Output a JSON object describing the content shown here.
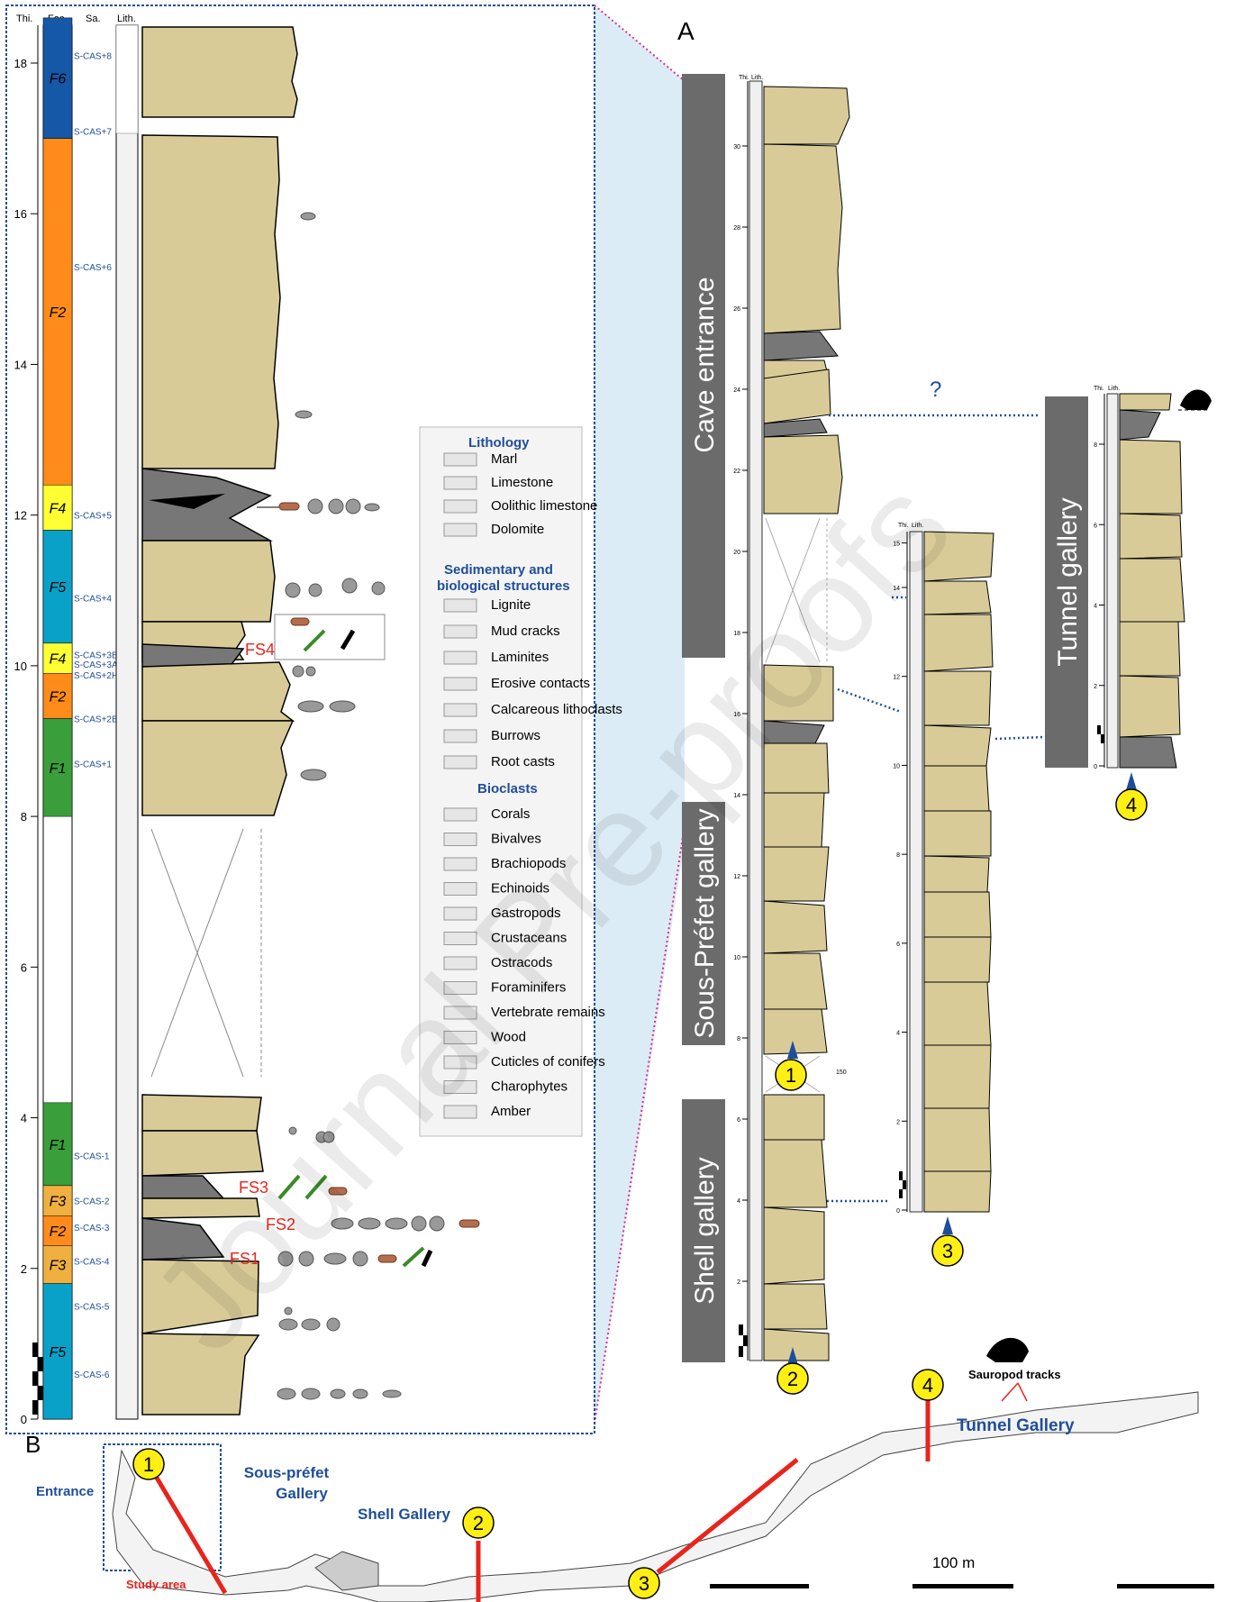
{
  "panel_a": {
    "label": "A",
    "section_titles": {
      "cave_entrance": "Cave entrance",
      "sous_prefet": "Sous-Préfet gallery",
      "shell": "Shell gallery",
      "tunnel": "Tunnel gallery"
    },
    "question_mark": "?",
    "small_note": "150"
  },
  "detail_log": {
    "headers": [
      "Thi.",
      "Fac.",
      "Sa.",
      "Lith."
    ],
    "thickness_ticks": [
      "0",
      "2",
      "4",
      "6",
      "8",
      "10",
      "12",
      "14",
      "16",
      "18"
    ],
    "facies": [
      {
        "code": "F5",
        "color": "#0aa1c8",
        "from": 0,
        "to": 1.8
      },
      {
        "code": "F3",
        "color": "#f0b040",
        "from": 1.8,
        "to": 2.3
      },
      {
        "code": "F2",
        "color": "#ff8c1a",
        "from": 2.3,
        "to": 2.7
      },
      {
        "code": "F3",
        "color": "#f0b040",
        "from": 2.7,
        "to": 3.1
      },
      {
        "code": "F1",
        "color": "#3a9e3a",
        "from": 3.1,
        "to": 4.2
      },
      {
        "code": "F1",
        "color": "#3a9e3a",
        "from": 8.0,
        "to": 9.3
      },
      {
        "code": "F2",
        "color": "#ff8c1a",
        "from": 9.3,
        "to": 9.9
      },
      {
        "code": "F4",
        "color": "#ffff33",
        "from": 9.9,
        "to": 10.3
      },
      {
        "code": "F5",
        "color": "#0aa1c8",
        "from": 10.3,
        "to": 11.8
      },
      {
        "code": "F4",
        "color": "#ffff33",
        "from": 11.8,
        "to": 12.4
      },
      {
        "code": "F2",
        "color": "#ff8c1a",
        "from": 12.4,
        "to": 17.0
      },
      {
        "code": "F6",
        "color": "#1558a8",
        "from": 17.0,
        "to": 18.6
      }
    ],
    "samples": [
      {
        "name": "S-CAS+8",
        "at": 18.1
      },
      {
        "name": "S-CAS+7",
        "at": 17.1
      },
      {
        "name": "S-CAS+6",
        "at": 15.3
      },
      {
        "name": "S-CAS+5",
        "at": 12.0
      },
      {
        "name": "S-CAS+4",
        "at": 10.9
      },
      {
        "name": "S-CAS+3B",
        "at": 10.15
      },
      {
        "name": "S-CAS+3A",
        "at": 10.02
      },
      {
        "name": "S-CAS+2H",
        "at": 9.88
      },
      {
        "name": "S-CAS+2B",
        "at": 9.3
      },
      {
        "name": "S-CAS+1",
        "at": 8.7
      },
      {
        "name": "S-CAS-1",
        "at": 3.5
      },
      {
        "name": "S-CAS-2",
        "at": 2.9
      },
      {
        "name": "S-CAS-3",
        "at": 2.55
      },
      {
        "name": "S-CAS-4",
        "at": 2.1
      },
      {
        "name": "S-CAS-5",
        "at": 1.5
      },
      {
        "name": "S-CAS-6",
        "at": 0.6
      }
    ],
    "fossil_sites": [
      "FS1",
      "FS2",
      "FS3",
      "FS4"
    ]
  },
  "legend": {
    "lithology_title": "Lithology",
    "lithology": [
      "Marl",
      "Limestone",
      "Oolithic limestone",
      "Dolomite"
    ],
    "structures_title": "Sedimentary and biological structures",
    "structures": [
      "Lignite",
      "Mud cracks",
      "Laminites",
      "Erosive contacts",
      "Calcareous lithoclasts",
      "Burrows",
      "Root casts"
    ],
    "bioclasts_title": "Bioclasts",
    "bioclasts": [
      "Corals",
      "Bivalves",
      "Brachiopods",
      "Echinoids",
      "Gastropods",
      "Crustaceans",
      "Ostracods",
      "Foraminifers",
      "Vertebrate remains",
      "Wood",
      "Cuticles of conifers",
      "Charophytes",
      "Amber"
    ]
  },
  "section_columns": {
    "cave": {
      "header": [
        "Thi.",
        "Lith."
      ],
      "ticks": [
        "2",
        "4",
        "6",
        "8",
        "10",
        "12",
        "14",
        "16",
        "18",
        "20",
        "22",
        "24",
        "26",
        "28",
        "30"
      ]
    },
    "s3": {
      "header": [
        "Thi.",
        "Lith."
      ],
      "ticks": [
        "0",
        "2",
        "4",
        "6",
        "8",
        "10",
        "12",
        "14",
        "15"
      ]
    },
    "s4": {
      "header": [
        "Thi.",
        "Lith."
      ],
      "ticks": [
        "0",
        "2",
        "4",
        "6",
        "8"
      ]
    }
  },
  "section_markers": [
    "1",
    "2",
    "3",
    "4"
  ],
  "panel_b": {
    "label": "B",
    "entrance": "Entrance",
    "sous_prefet": "Sous-préfet Gallery",
    "shell": "Shell Gallery",
    "tunnel": "Tunnel Gallery",
    "sauropod": "Sauropod tracks",
    "study_area": "Study area",
    "scale": "100 m"
  },
  "watermark": "Journal Pre-proofs",
  "colors": {
    "sand": "#d9cb98",
    "dark": "#777777",
    "grey_bar": "#6b6b6b",
    "blue": "#1f4e99",
    "red": "#e8241c",
    "yellow": "#ffef14",
    "sky": "#dcecf6"
  }
}
